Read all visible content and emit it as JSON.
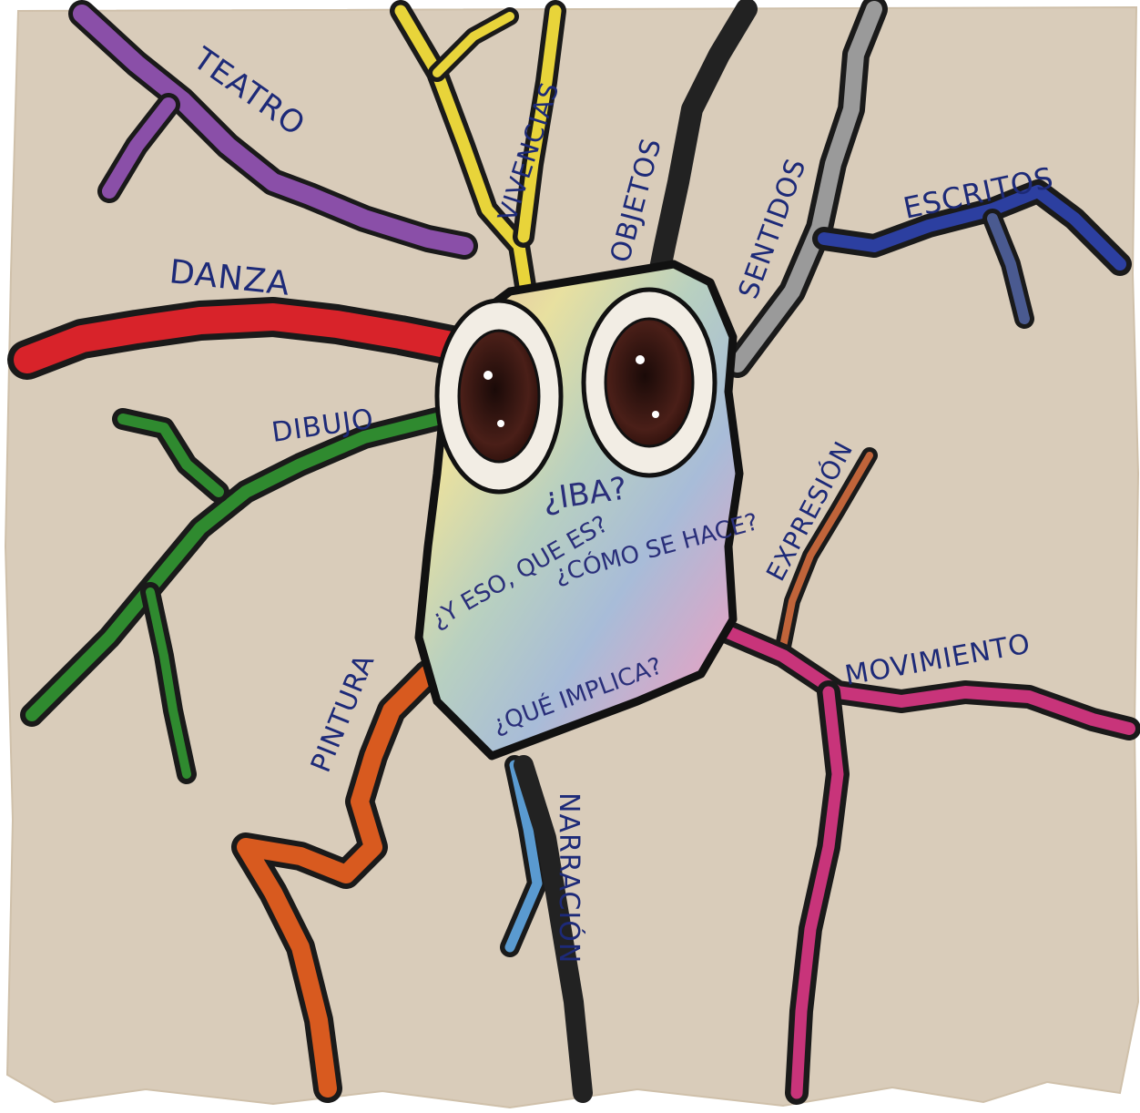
{
  "center": {
    "questions": [
      "¿IBA?",
      "¿Y ESO, QUE ES?",
      "¿CÓMO SE HACE?",
      "¿QUÉ IMPLICA?"
    ]
  },
  "branches": [
    {
      "key": "teatro",
      "label": "TEATRO",
      "color": "#8a4fa8"
    },
    {
      "key": "vivencias",
      "label": "VIVENCIAS",
      "color": "#e8d43a"
    },
    {
      "key": "objetos",
      "label": "OBJETOS",
      "color": "#222222"
    },
    {
      "key": "sentidos",
      "label": "SENTIDOS",
      "color": "#9a9a9a"
    },
    {
      "key": "escritos",
      "label": "ESCRITOS",
      "color": "#2c3fa0"
    },
    {
      "key": "danza",
      "label": "DANZA",
      "color": "#d8232a"
    },
    {
      "key": "dibujo",
      "label": "DIBUJO",
      "color": "#2f8a2f"
    },
    {
      "key": "expresion",
      "label": "EXPRESIÓN",
      "color": "#c0643a"
    },
    {
      "key": "movimiento",
      "label": "MOVIMIENTO",
      "color": "#c8347a"
    },
    {
      "key": "pintura",
      "label": "PINTURA",
      "color": "#d85a1f"
    },
    {
      "key": "narracion",
      "label": "NARRACIÓN",
      "color": "#5a9ad0"
    }
  ],
  "colors": {
    "paper": "#d9ccba",
    "ink": "#1d2a78",
    "outline": "#1a1a1a",
    "iris": "#4a1f18"
  }
}
